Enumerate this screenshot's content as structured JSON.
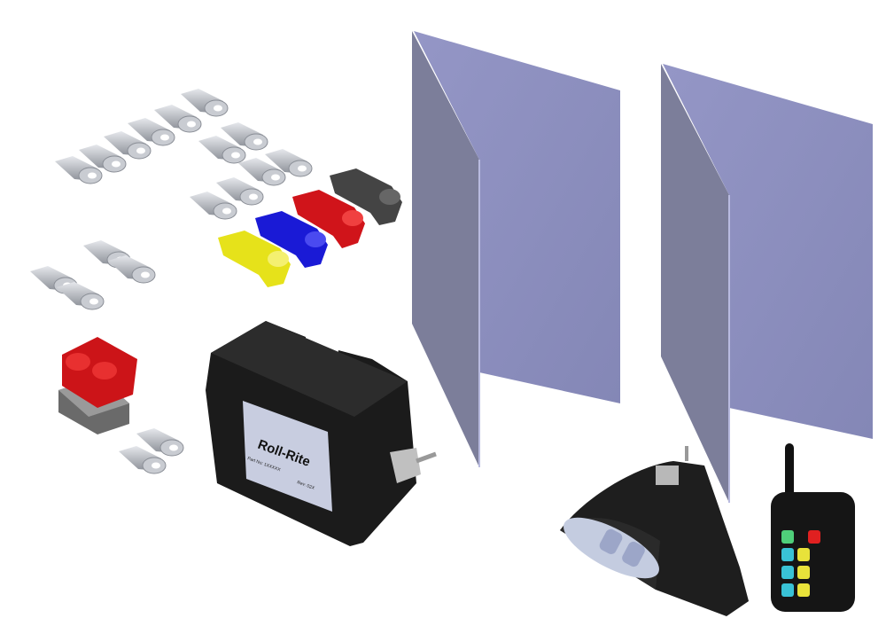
{
  "image": {
    "description_type": "product-kit-illustration",
    "colors": {
      "panel_face": "#8c8fbf",
      "panel_side": "#7b7d99",
      "housing": "#1c1c1c",
      "boot_red": "#d0141a",
      "boot_blue": "#1a1ad6",
      "boot_yellow": "#e6e21a",
      "boot_gray": "#4a4a4a",
      "terminal": "#b8bcc4",
      "label_plate": "#c8cde0"
    },
    "control_box": {
      "logo": "Roll-Rite",
      "part_no": "Part No: 1XXXXX",
      "rev": "Rev: 02X"
    },
    "remote": {
      "button_colors": [
        "#4fcf7a",
        "#39c2d6",
        "#39c2d6",
        "#39c2d6",
        "#e8e23a",
        "#e8e23a",
        "#e8e23a",
        "#e02020"
      ]
    }
  }
}
